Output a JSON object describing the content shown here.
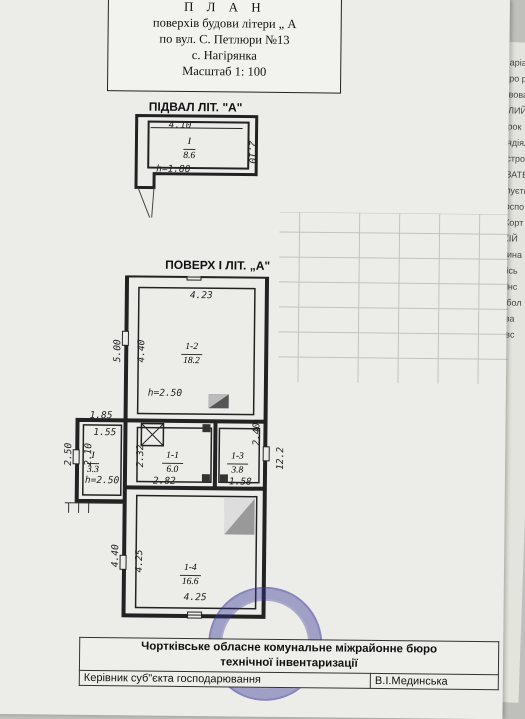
{
  "title": {
    "line1": "П Л А Н",
    "line2": "поверхів будови літери „ А",
    "line3": "по вул. С. Петлюри №13",
    "line4": "с. Нагірянка",
    "line5": "Масштаб 1: 100"
  },
  "basement": {
    "label": "ПІДВАЛ  ЛІТ. \"А\"",
    "room_num": "I",
    "room_area": "8.6",
    "width": "4.10",
    "depth": "2.10",
    "height": "h=1.80"
  },
  "floor1": {
    "label": "ПОВЕРХ  I  ЛІТ. „А\"",
    "rooms": [
      {
        "num": "1-2",
        "area": "18.2"
      },
      {
        "num": "1-1",
        "area": "6.0"
      },
      {
        "num": "1-3",
        "area": "3.8"
      },
      {
        "num": "1-4",
        "area": "16.6"
      },
      {
        "num": "I",
        "area": "3.3"
      }
    ],
    "dims": {
      "top_width": "4.23",
      "room2_side": "4.40",
      "overall_left": "5.00",
      "height_main": "h=2.50",
      "porch_top": "1.85",
      "porch_inner": "1.55",
      "porch_left": "2.50",
      "porch_height": "h=2.50",
      "r11_left": "2.32",
      "r11_bottom": "2.82",
      "r13_side": "2.40",
      "r13_bottom": "1.58",
      "overall_right": "12.2",
      "porch_side": "2.10",
      "room4_left_outer": "4.40",
      "room4_left_inner": "4.25",
      "room4_bottom": "4.25"
    }
  },
  "footer": {
    "org_line1": "Чортківське обласне комунальне міжрайонне бюро",
    "org_line2": "технічної інвентаризації",
    "role": "Керівник суб\"єкта господарювання",
    "name": "В.І.Мединська"
  },
  "underlying_page": {
    "lines": [
      "аріальн",
      "ро раді",
      "вовані",
      "ЛИЙ ЕМ",
      "рок",
      "ядіяльн",
      "строве",
      "ЗАТВЕ",
      "луєтьс",
      "рспо",
      "Корт",
      "КІЙ",
      "кина",
      "кісь",
      "кінс",
      "абол",
      "ква",
      "авс"
    ]
  }
}
